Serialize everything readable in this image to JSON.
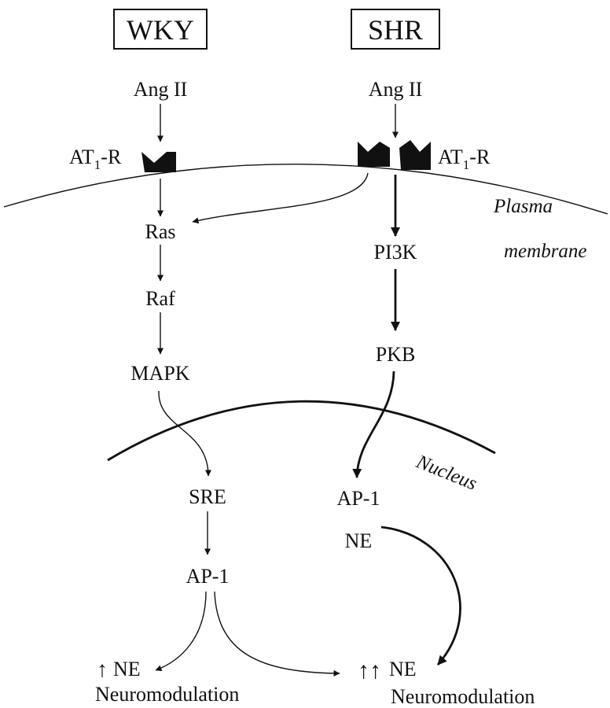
{
  "strains": {
    "left": "WKY",
    "right": "SHR"
  },
  "ligand": {
    "left": "Ang II",
    "right": "Ang II"
  },
  "receptor": {
    "main": "AT",
    "sub": "1",
    "suffix": "-R"
  },
  "compartments": {
    "plasma_line1": "Plasma",
    "plasma_line2": "membrane",
    "nucleus": "Nucleus"
  },
  "left_pathway": {
    "ras": "Ras",
    "raf": "Raf",
    "mapk": "MAPK",
    "sre": "SRE",
    "ap1": "AP-1"
  },
  "right_pathway": {
    "pi3k": "PI3K",
    "pkb": "PKB",
    "ap1": "AP-1",
    "ne": "NE"
  },
  "outcomes": {
    "left_arrow": "↑",
    "left_ne": "NE",
    "left_label": "Neuromodulation",
    "right_arrows": "↑↑",
    "right_ne": "NE",
    "right_label": "Neuromodulation"
  }
}
